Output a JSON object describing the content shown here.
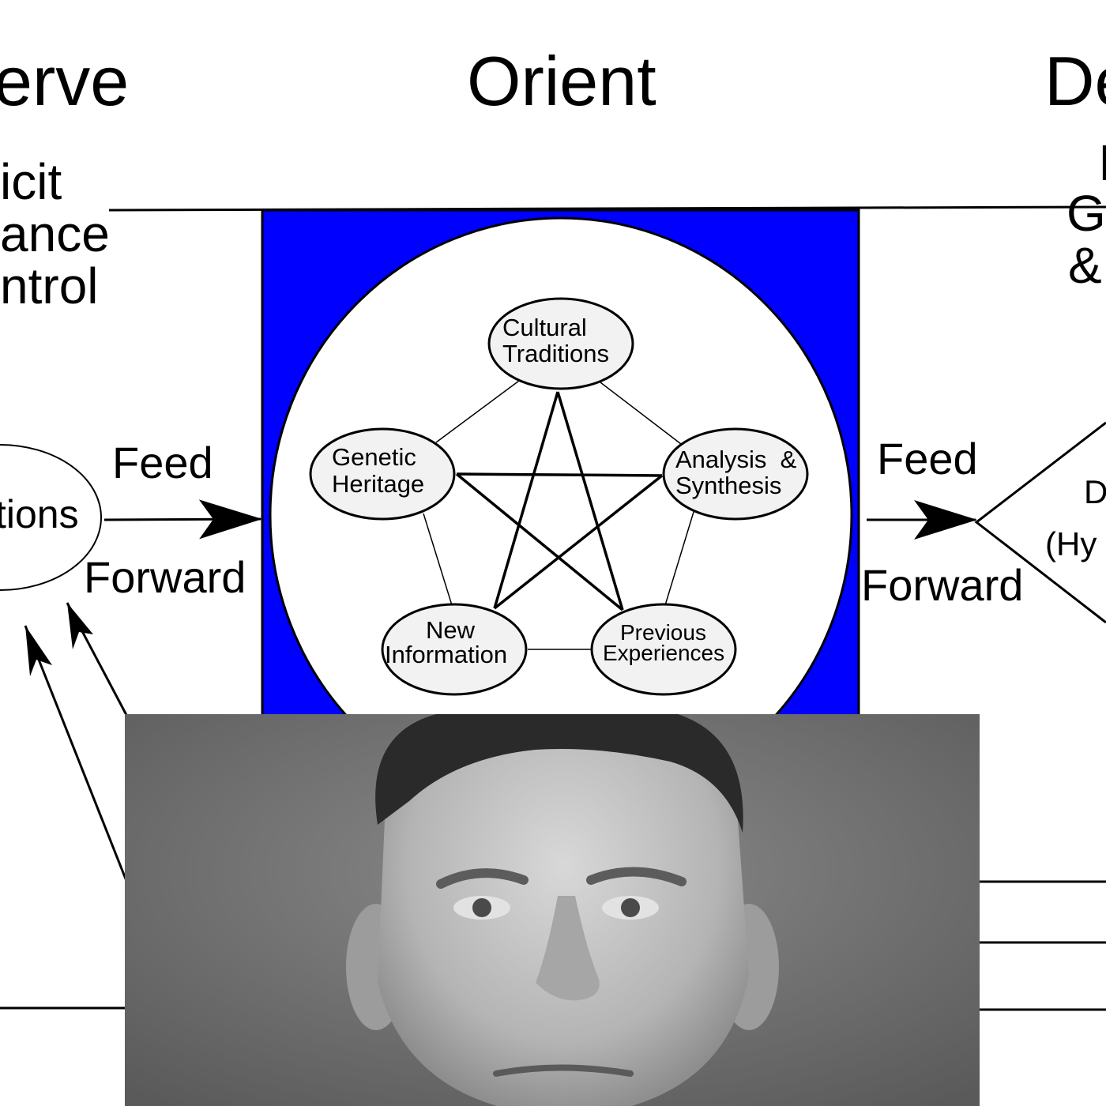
{
  "headers": {
    "observe": "erve",
    "orient": "Orient",
    "decide": "De"
  },
  "observe_side": {
    "line1": "icit",
    "line2": "ance",
    "line3": "ntrol"
  },
  "decide_side": {
    "line1": "I",
    "line2": "G",
    "line3": "&"
  },
  "observations_node": "tions",
  "feed_forward_left": {
    "feed": "Feed",
    "forward": "Forward"
  },
  "feed_forward_right": {
    "feed": "Feed",
    "forward": "Forward"
  },
  "decision": {
    "line1": "D",
    "line2": "(Hy"
  },
  "orient_nodes": {
    "cultural": [
      "Cultural",
      "Traditions"
    ],
    "genetic": [
      "Genetic",
      "Heritage"
    ],
    "analysis": [
      "Analysis  &",
      "Synthesis"
    ],
    "new_info": [
      "New",
      "Information"
    ],
    "previous": [
      "Previous",
      "Experiences"
    ]
  },
  "colors": {
    "orient_box": "#0000ff",
    "node_fill": "#f2f2f2",
    "stroke": "#000000"
  },
  "photo": {
    "description_icon": "portrait-photo",
    "tone": "grayscale"
  }
}
